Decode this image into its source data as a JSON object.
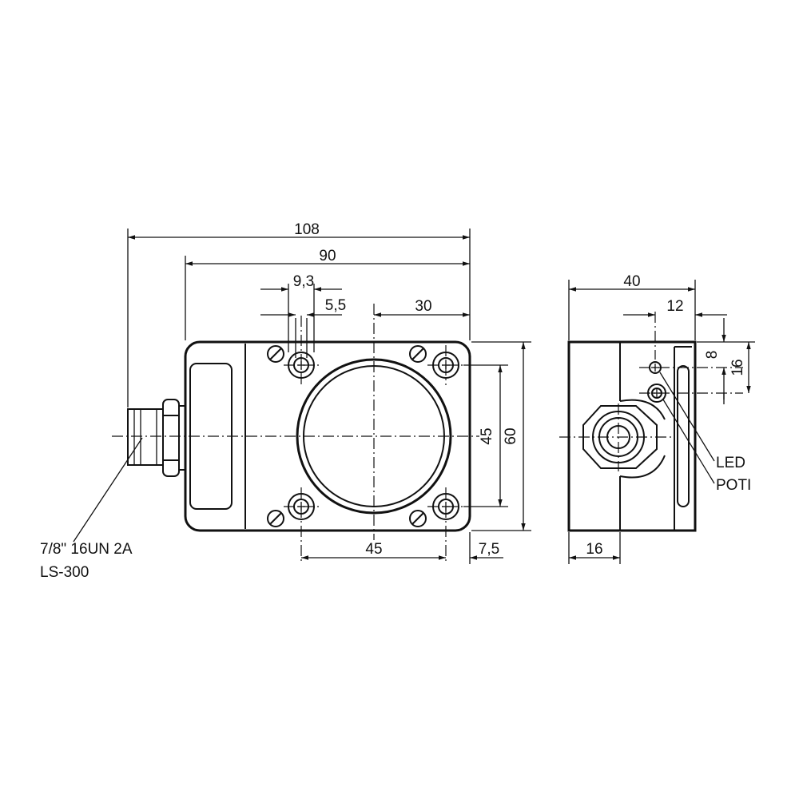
{
  "dimensions": {
    "overall_length": "108",
    "housing_length": "90",
    "slot_width": "9,3",
    "hole_diameter": "5,5",
    "hole_to_edge": "30",
    "hole_spacing_vertical": "45",
    "housing_height": "60",
    "hole_spacing_horizontal": "45",
    "edge_offset": "7,5",
    "side_depth": "40",
    "led_offset": "12",
    "led_height": "8",
    "poti_height": "16",
    "connector_offset": "16"
  },
  "connector": {
    "thread": "7/8\" 16UN 2A",
    "model": "LS-300"
  },
  "labels": {
    "led": "LED",
    "poti": "POTI"
  }
}
